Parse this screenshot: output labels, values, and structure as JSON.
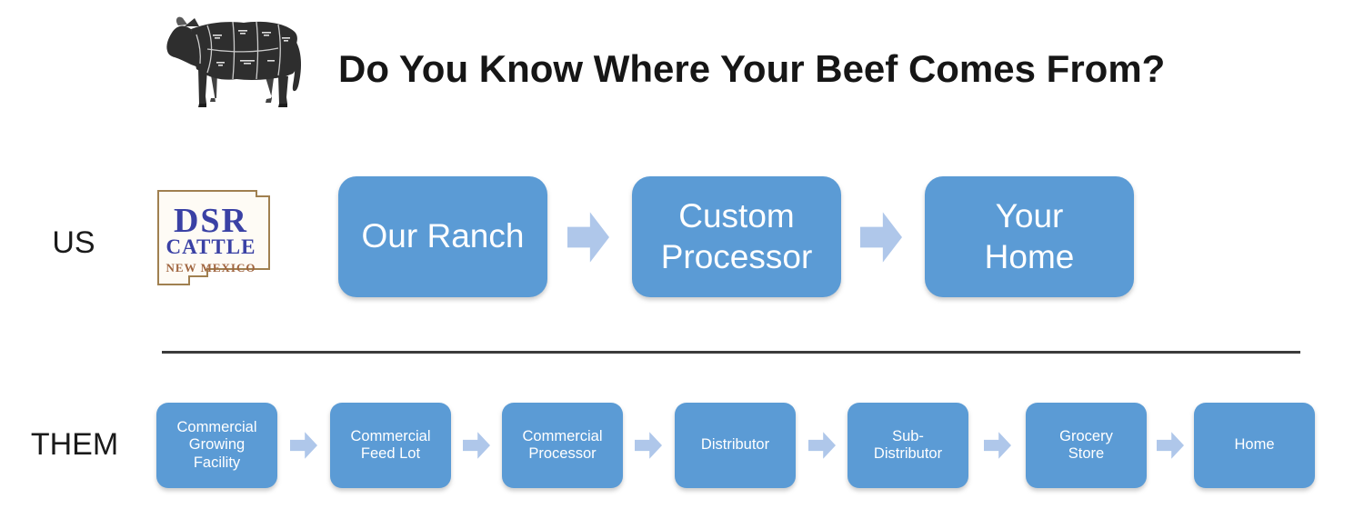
{
  "title": "Do You Know Where Your Beef Comes From?",
  "cow_image": "beef-cuts-cow",
  "colors": {
    "box_blue": "#5B9BD5",
    "arrow_blue": "#AFC7EA",
    "logo_blue": "#3A41A5",
    "logo_brown": "#A0653F",
    "logo_border": "#A08050",
    "divider": "#3B3B3B",
    "title_text": "#161616",
    "box_text": "#FFFFFF"
  },
  "us_row": {
    "label": "US",
    "logo": {
      "line1": "DSR",
      "line2": "CATTLE",
      "line3": "NEW MEXICO"
    },
    "steps": [
      "Our Ranch",
      "Custom\nProcessor",
      "Your\nHome"
    ]
  },
  "them_row": {
    "label": "THEM",
    "steps": [
      "Commercial\nGrowing\nFacility",
      "Commercial\nFeed Lot",
      "Commercial\nProcessor",
      "Distributor",
      "Sub-\nDistributor",
      "Grocery\nStore",
      "Home"
    ]
  }
}
